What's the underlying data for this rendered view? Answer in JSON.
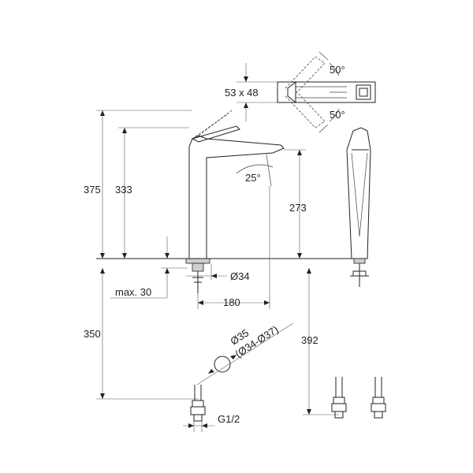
{
  "labels": {
    "hole": "53 x 48",
    "angle_top": "50°",
    "angle_bottom": "50°",
    "height_total": "375",
    "height_spout_lever": "333",
    "spout_angle": "25°",
    "height_spout": "273",
    "diam_hole": "Ø34",
    "max_thickness": "max. 30",
    "reach": "180",
    "hose_length": "350",
    "diam_mount_1": "Ø35",
    "diam_mount_2": "(Ø34-Ø37)",
    "hose_length_side": "392",
    "thread": "G1/2"
  },
  "colors": {
    "line": "#222222",
    "background": "#ffffff"
  }
}
